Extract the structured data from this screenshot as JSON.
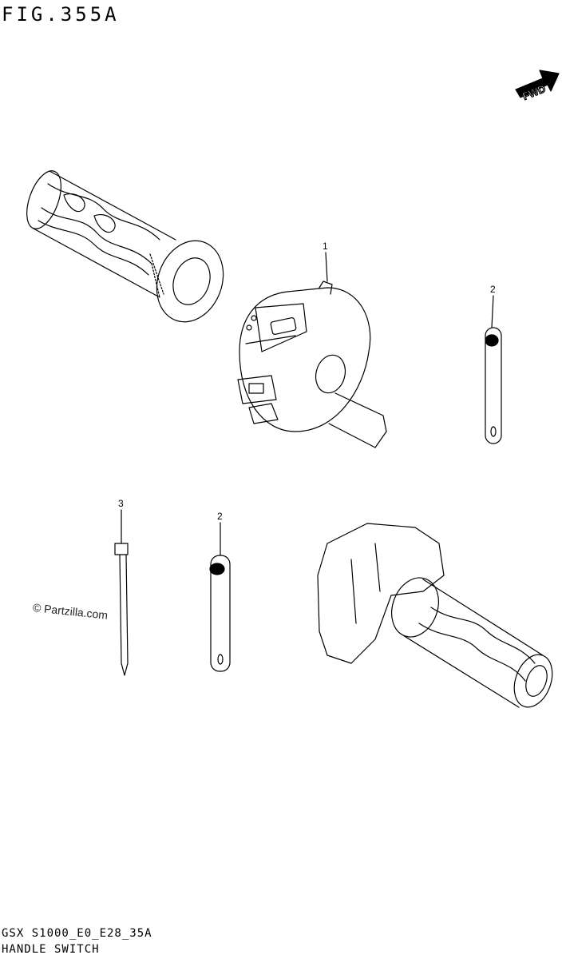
{
  "figure": {
    "title": "FIG.355A",
    "code": "GSX S1000_E0_E28_35A",
    "name": "HANDLE SWITCH"
  },
  "fwd_label": "FWD",
  "watermark": "© Partzilla.com",
  "callouts": [
    "1",
    "2",
    "3",
    "2"
  ]
}
